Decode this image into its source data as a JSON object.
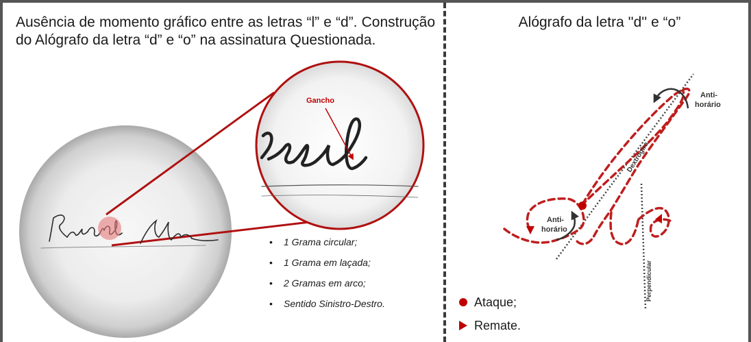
{
  "left_panel": {
    "title": "Ausência de momento gráfico entre as letras “l” e “d”. Construção do Alógrafo da letra “d” e “o” na assinatura Questionada.",
    "zoom_label": "Gancho",
    "bullets": [
      "1 Grama circular;",
      "1 Grama em laçada;",
      "2 Gramas em arco;",
      "Sentido Sinistro-Destro."
    ],
    "bullet_symbol": "•"
  },
  "right_panel": {
    "title": "Alógrafo da letra ''d'' e “o”",
    "labels": {
      "anti_top_1": "Anti-",
      "anti_top_2": "horário",
      "anti_left_1": "Anti-",
      "anti_left_2": "horário",
      "dextrogira": "Dextrogira",
      "perpendicular": "Perpendicular"
    },
    "legend": [
      {
        "label": "Ataque;",
        "icon": "dot-icon"
      },
      {
        "label": "Remate.",
        "icon": "triangle-icon"
      }
    ]
  },
  "colors": {
    "accent_red": "#c00000",
    "stroke_red": "#bf1e1e",
    "dark_arrow": "#333333",
    "highlight_pink": "#e47a7a"
  }
}
